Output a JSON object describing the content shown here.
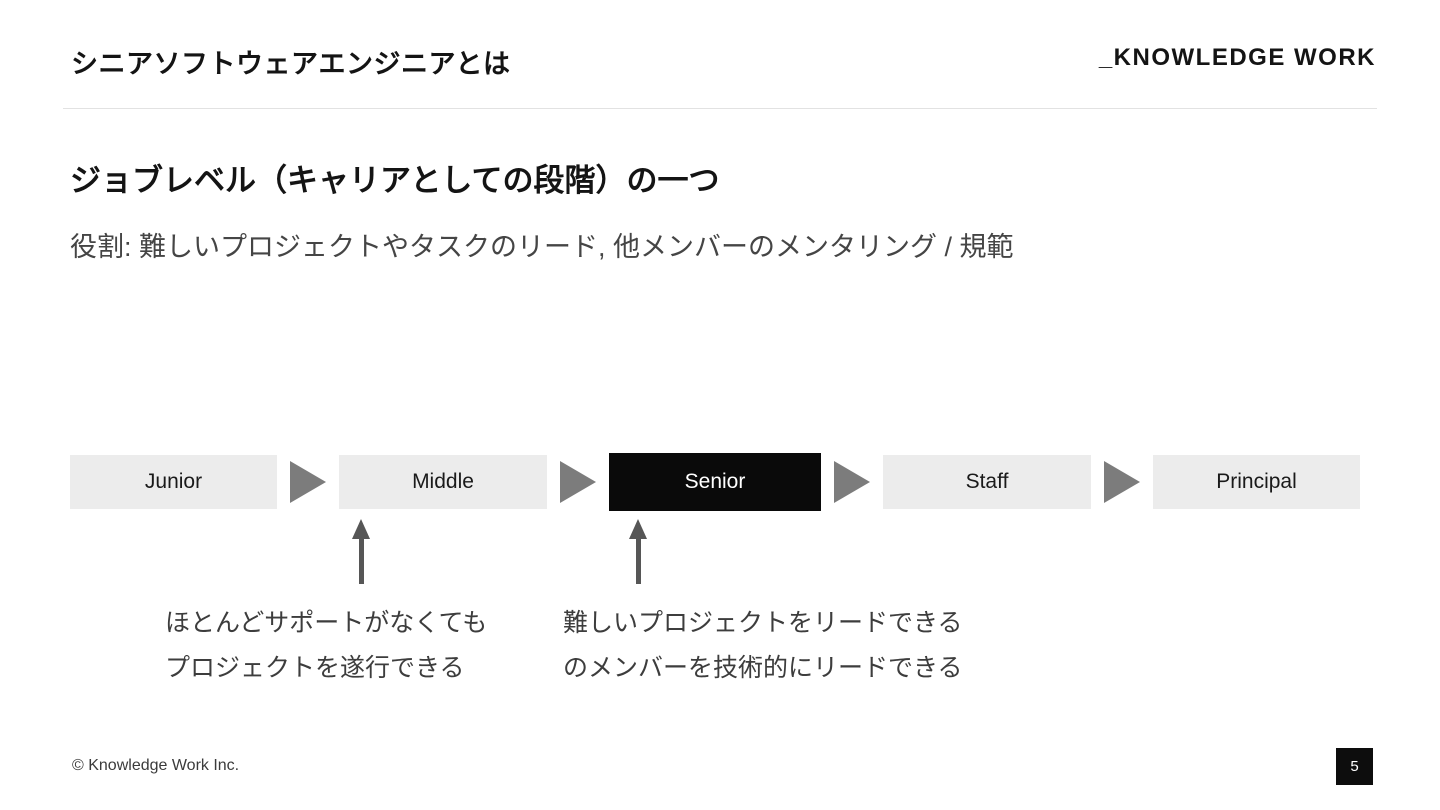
{
  "header": {
    "title": "シニアソフトウェアエンジニアとは",
    "logo": "_KNOWLEDGE WORK"
  },
  "content": {
    "heading": "ジョブレベル（キャリアとしての段階）の一つ",
    "subheading": "役割: 難しいプロジェクトやタスクのリード, 他メンバーのメンタリング / 規範"
  },
  "diagram": {
    "levels": [
      {
        "label": "Junior",
        "highlighted": false
      },
      {
        "label": "Middle",
        "highlighted": false
      },
      {
        "label": "Senior",
        "highlighted": true
      },
      {
        "label": "Staff",
        "highlighted": false
      },
      {
        "label": "Principal",
        "highlighted": false
      }
    ],
    "annotations": [
      {
        "target": "Middle",
        "lines": [
          "ほとんどサポートがなくても",
          "プロジェクトを遂行できる"
        ]
      },
      {
        "target": "Senior",
        "lines": [
          "難しいプロジェクトをリードできる",
          "のメンバーを技術的にリードできる"
        ]
      }
    ]
  },
  "footer": {
    "copyright": "© Knowledge Work Inc.",
    "page_number": "5"
  },
  "colors": {
    "highlight_box_bg": "#0a0a0a",
    "highlight_box_text": "#ffffff",
    "level_box_bg": "#ececec",
    "flow_arrow_gray": "#7c7c7c",
    "pointer_arrow_gray": "#565656",
    "text_dark": "#141414",
    "text_gray": "#3d3d3d",
    "divider_gray": "#e2e2e2"
  }
}
